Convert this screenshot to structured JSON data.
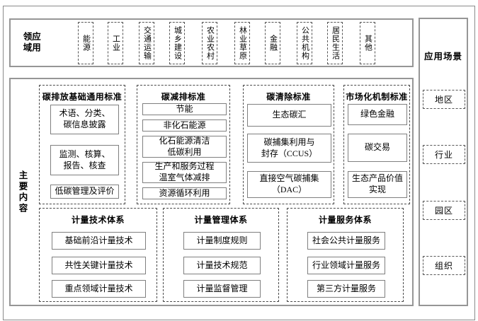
{
  "top_band": {
    "label": "应用领域",
    "fields": [
      "能源",
      "工业",
      "交通运输",
      "城乡建设",
      "农业农村",
      "林业草原",
      "金融",
      "公共机构",
      "居民生活",
      "其他"
    ]
  },
  "right_column": {
    "title": "应用场景",
    "items": [
      "地区",
      "行业",
      "园区",
      "组织"
    ]
  },
  "main": {
    "label": "主要内容",
    "standard_groups": [
      {
        "title": "碳排放基础通用标准",
        "items": [
          "术语、分类、\n碳信息披露",
          "监测、核算、\n报告、核查",
          "低碳管理及评价"
        ]
      },
      {
        "title": "碳减排标准",
        "items": [
          "节能",
          "非化石能源",
          "化石能源清洁\n低碳利用",
          "生产和服务过程\n温室气体减排",
          "资源循环利用"
        ]
      },
      {
        "title": "碳清除标准",
        "items": [
          "生态碳汇",
          "碳捕集利用与\n封存（CCUS）",
          "直接空气碳捕集\n（DAC）"
        ]
      },
      {
        "title": "市场化机制标准",
        "items": [
          "绿色金融",
          "碳交易",
          "生态产品价值\n实现"
        ]
      }
    ],
    "metrology_groups": [
      {
        "title": "计量技术体系",
        "items": [
          "基础前沿计量技术",
          "共性关键计量技术",
          "重点领域计量技术"
        ]
      },
      {
        "title": "计量管理体系",
        "items": [
          "计量制度规则",
          "计量技术规范",
          "计量监督管理"
        ]
      },
      {
        "title": "计量服务体系",
        "items": [
          "社会公共计量服务",
          "行业领域计量服务",
          "第三方计量服务"
        ]
      }
    ]
  },
  "colors": {
    "background": "#ffffff",
    "ink": "#000000",
    "solid_border": "#969696",
    "dashed_border": "#4a4a4a"
  }
}
